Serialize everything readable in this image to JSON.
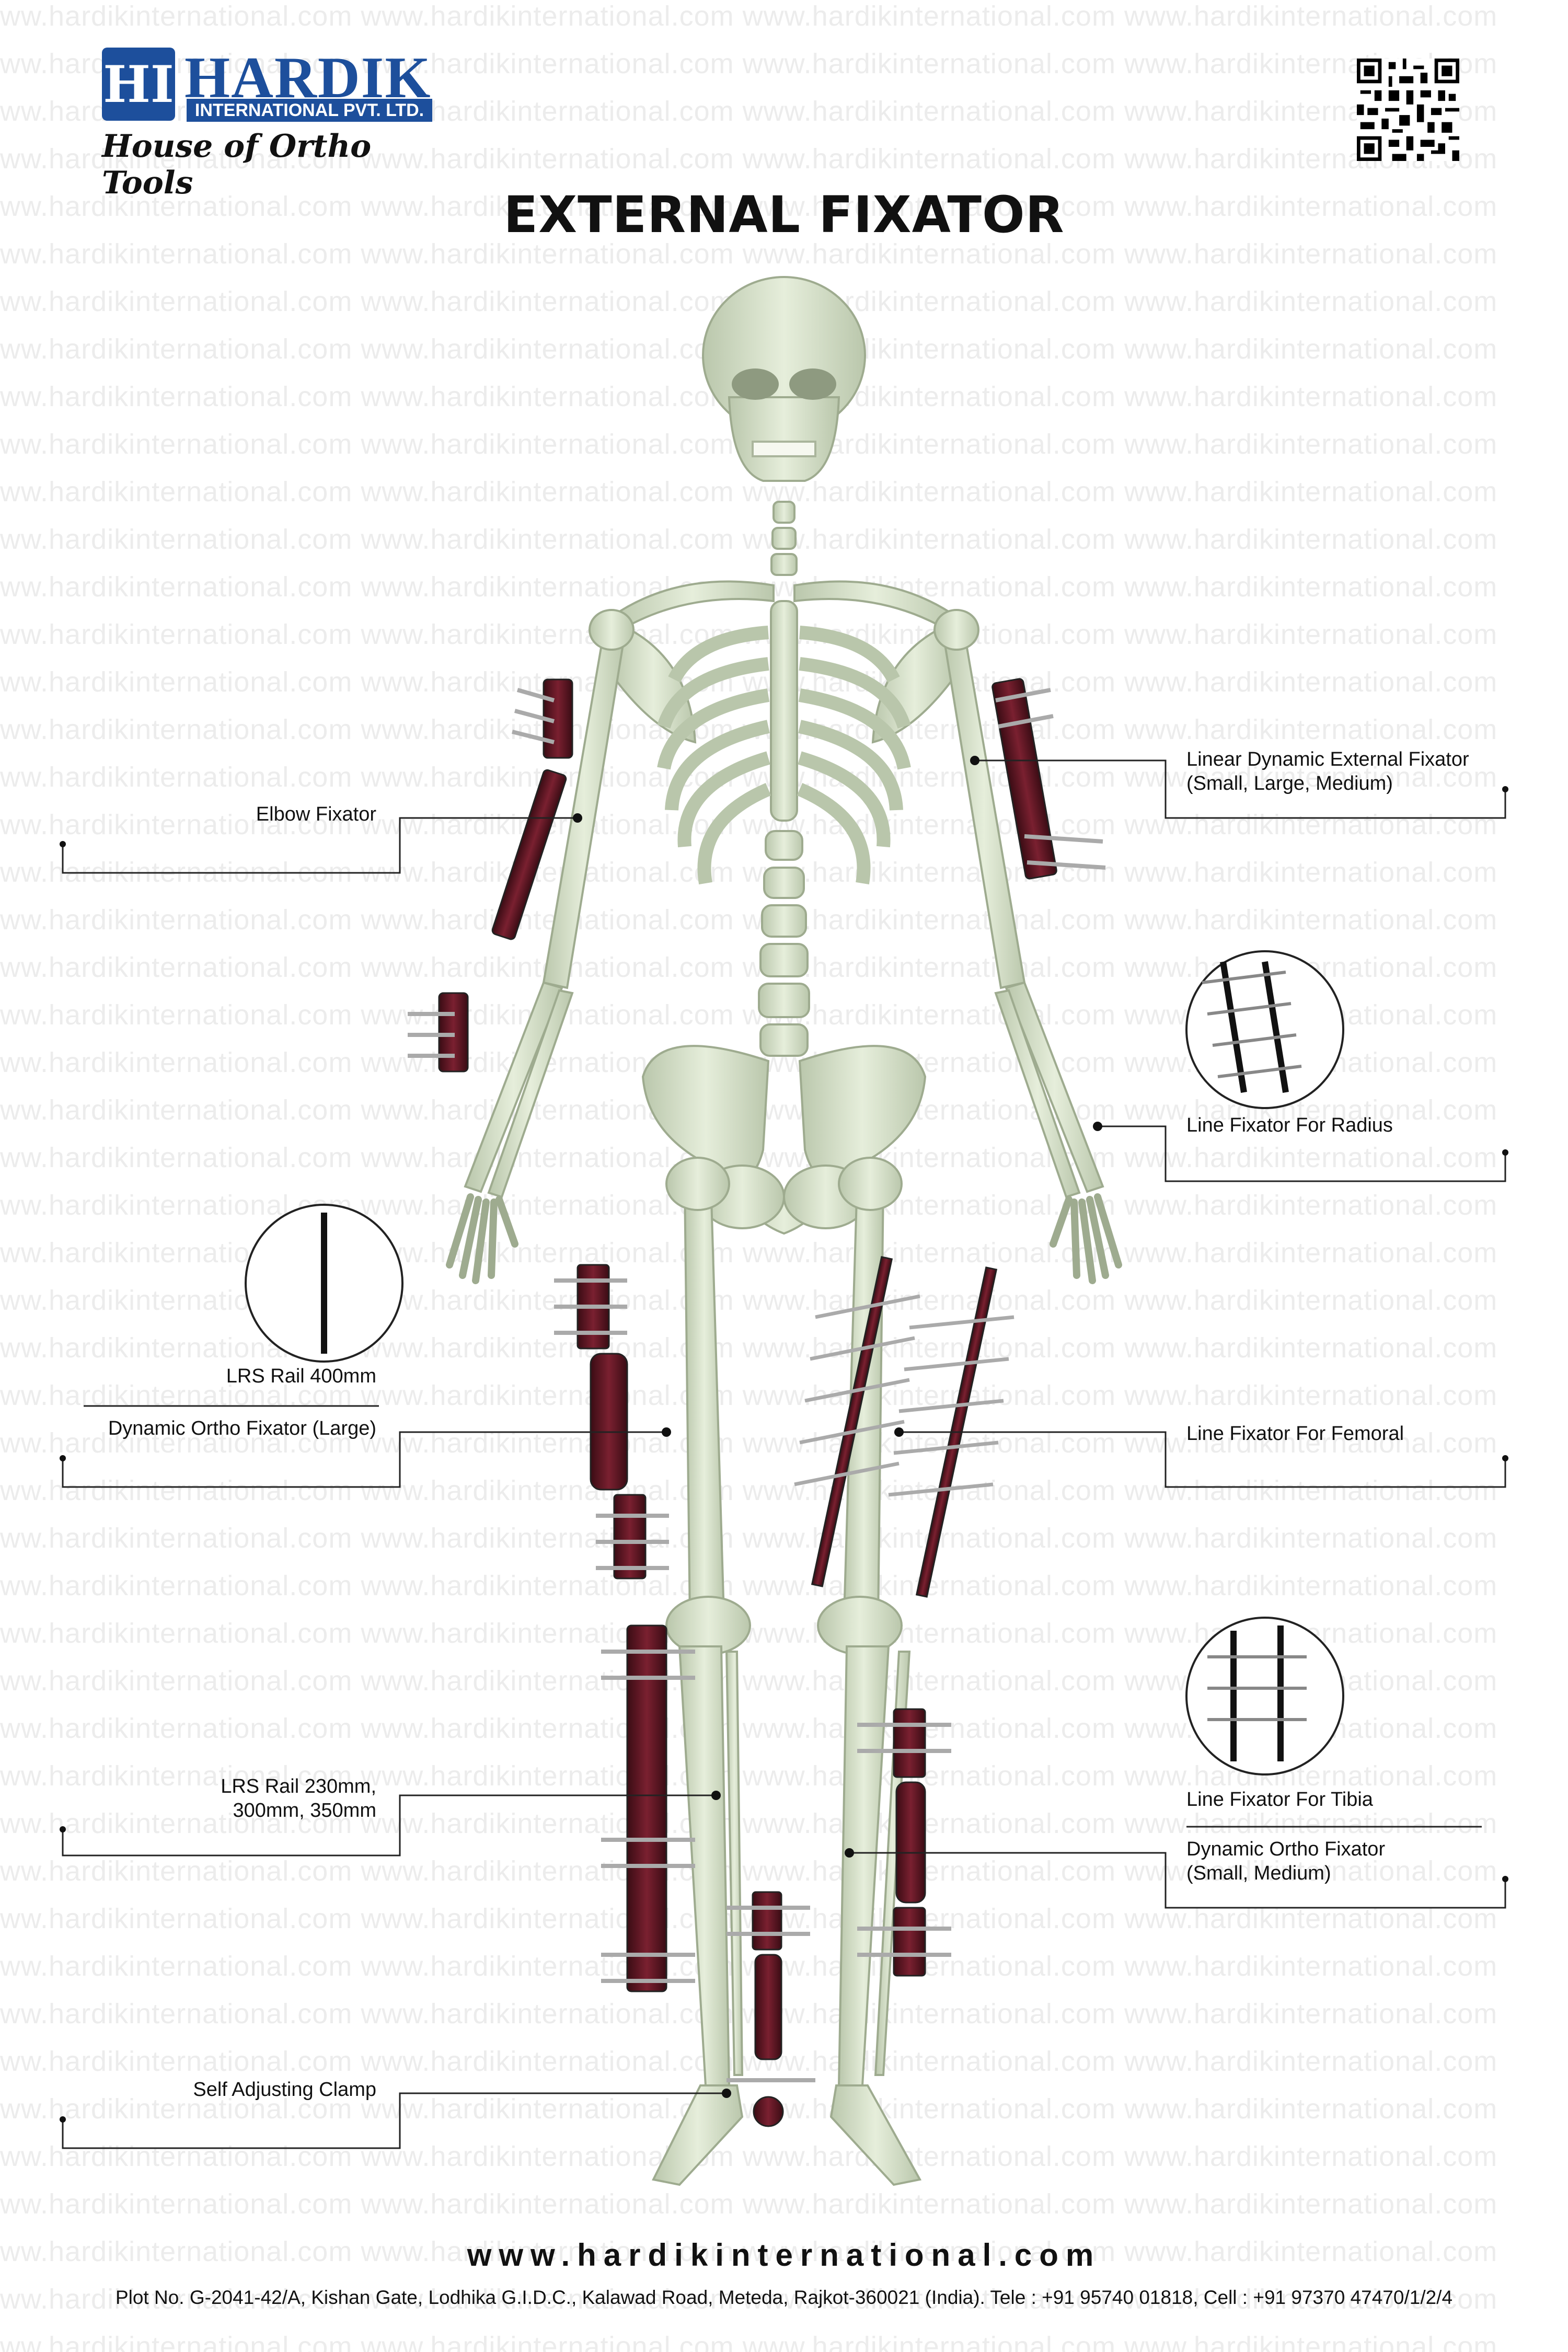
{
  "brand": {
    "monogram": "HI",
    "name": "HARDIK",
    "subtitle": "INTERNATIONAL PVT. LTD.",
    "tagline": "House of Ortho Tools",
    "watermark_text": "www.hardikinternational.com"
  },
  "title": "EXTERNAL FIXATOR",
  "labels": {
    "elbow_fixator": "Elbow Fixator",
    "linear_dynamic": [
      "Linear Dynamic External Fixator",
      "(Small, Large, Medium)"
    ],
    "line_fixator_radius": "Line Fixator For Radius",
    "lrs_rail_400": "LRS Rail  400mm",
    "dynamic_ortho_large": "Dynamic Ortho Fixator (Large)",
    "line_fixator_femoral": "Line Fixator For Femoral",
    "lrs_rail_230": [
      "LRS Rail 230mm,",
      "300mm, 350mm"
    ],
    "line_fixator_tibia": "Line Fixator For Tibia",
    "dynamic_ortho_small": [
      "Dynamic Ortho Fixator",
      "(Small, Medium)"
    ],
    "self_adjusting_clamp": "Self Adjusting Clamp"
  },
  "footer": {
    "url": "www.hardikinternational.com",
    "address": "Plot No. G-2041-42/A, Kishan Gate, Lodhika G.I.D.C., Kalawad Road, Meteda, Rajkot-360021 (India). Tele : +91 95740 01818, Cell : +91 97370 47470/1/2/4"
  },
  "colors": {
    "brand_blue": "#1d4f9c",
    "bone": "#dfe8d2",
    "bone_shadow": "#b9c6ab",
    "fixator": "#5a1420",
    "pin": "#c9c9c9"
  }
}
